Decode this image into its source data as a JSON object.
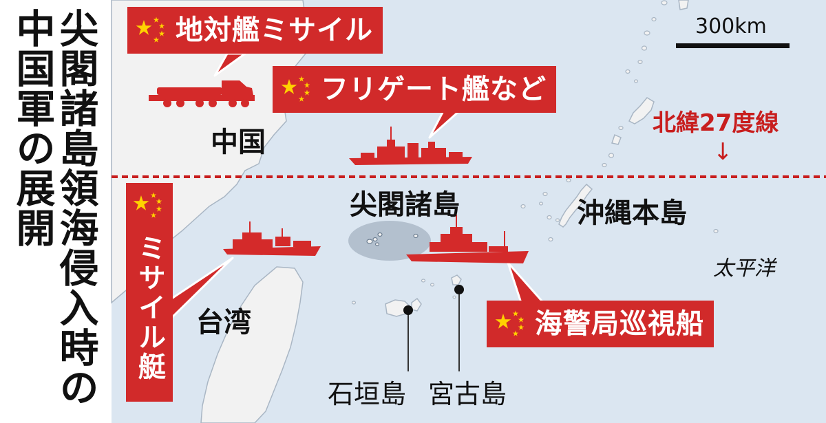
{
  "title": "尖閣諸島領海侵入時の中国軍の展開",
  "title_columns": [
    "尖閣諸島領海侵入時の",
    "中国軍の展開"
  ],
  "scale_bar": {
    "label": "300km"
  },
  "latitude_line": {
    "label": "北緯27度線",
    "arrow": "↓",
    "color": "#c81e1e"
  },
  "places": {
    "china": "中国",
    "senkaku": "尖閣諸島",
    "okinawa": "沖縄本島",
    "pacific": "太平洋",
    "taiwan": "台湾",
    "ishigaki": "石垣島",
    "miyako": "宮古島"
  },
  "callouts": {
    "anti_ship_missile": "地対艦ミサイル",
    "frigates": "フリゲート艦など",
    "missile_boat": "ミサイル艇",
    "coast_guard": "海警局巡視船"
  },
  "icons": [
    "china-flag-icon",
    "missile-launcher-icon",
    "frigate-icon",
    "missile-boat-icon",
    "coast-guard-ship-icon"
  ],
  "colors": {
    "sea": "#dbe6f1",
    "land": "#f2f2f2",
    "banner_red": "#d12a2a",
    "ship_red": "#d42a2a",
    "flag_yellow": "#ffd200",
    "text": "#111111"
  }
}
